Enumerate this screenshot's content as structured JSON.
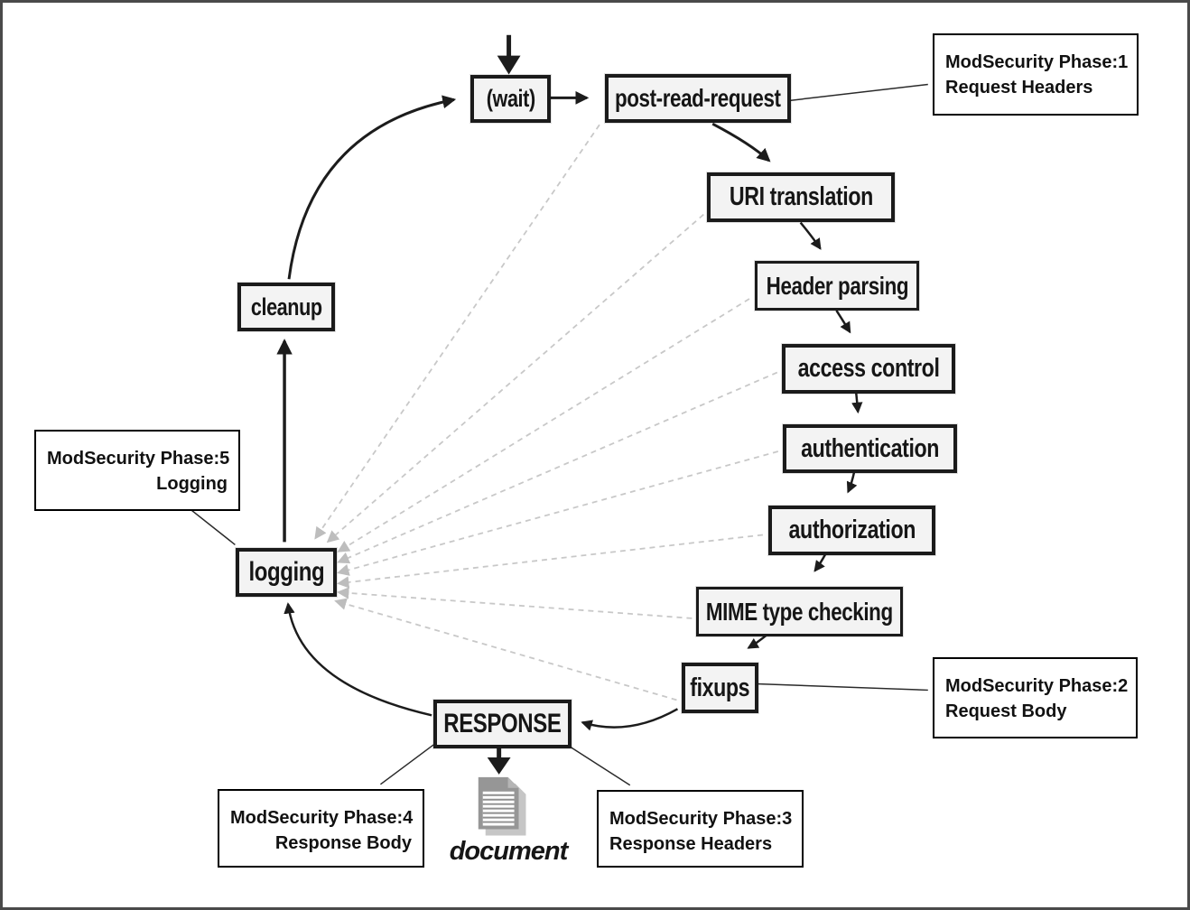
{
  "nodes": {
    "wait": {
      "label": "(wait)"
    },
    "post_read_request": {
      "label": "post-read-request"
    },
    "uri_translation": {
      "label": "URI translation"
    },
    "header_parsing": {
      "label": "Header parsing"
    },
    "access_control": {
      "label": "access control"
    },
    "authentication": {
      "label": "authentication"
    },
    "authorization": {
      "label": "authorization"
    },
    "mime_type_checking": {
      "label": "MIME type checking"
    },
    "fixups": {
      "label": "fixups"
    },
    "response": {
      "label": "RESPONSE"
    },
    "logging": {
      "label": "logging"
    },
    "cleanup": {
      "label": "cleanup"
    }
  },
  "annotations": {
    "phase1": {
      "line1": "ModSecurity Phase:1",
      "line2": "Request Headers"
    },
    "phase2": {
      "line1": "ModSecurity Phase:2",
      "line2": "Request Body"
    },
    "phase3": {
      "line1": "ModSecurity Phase:3",
      "line2": "Response Headers"
    },
    "phase4": {
      "line1": "ModSecurity Phase:4",
      "line2": "Response Body"
    },
    "phase5": {
      "line1": "ModSecurity Phase:5",
      "line2": "Logging"
    }
  },
  "document_icon": {
    "label": "document"
  },
  "colors": {
    "node_fill": "#f3f3f3",
    "node_border": "#1b1b1b",
    "solid_arrow": "#1c1c1c",
    "dashed_arrow": "#c8c8c8",
    "callout_border": "#000000",
    "frame_border": "#4a4a4a",
    "document_gray": "#969696",
    "background": "#ffffff"
  }
}
